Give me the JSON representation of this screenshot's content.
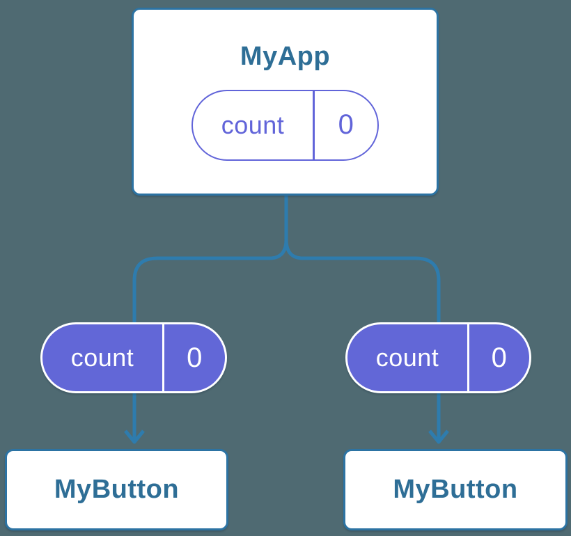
{
  "diagram": {
    "description": "Component tree sharing state between components",
    "root_node": {
      "title": "MyApp",
      "state_pill": {
        "name": "count",
        "value": "0"
      }
    },
    "child_nodes": [
      {
        "title": "MyButton",
        "prop_pill": {
          "name": "count",
          "value": "0"
        }
      },
      {
        "title": "MyButton",
        "prop_pill": {
          "name": "count",
          "value": "0"
        }
      }
    ],
    "colors": {
      "background": "#4F6A72",
      "connector_blue": "#2E7CAE",
      "node_border_blue": "#2C73A3",
      "title_text_blue": "#2E6E96",
      "pill_purple_fill": "#6267D7",
      "pill_purple_outline": "#6164D9",
      "white": "#FFFFFF"
    }
  }
}
